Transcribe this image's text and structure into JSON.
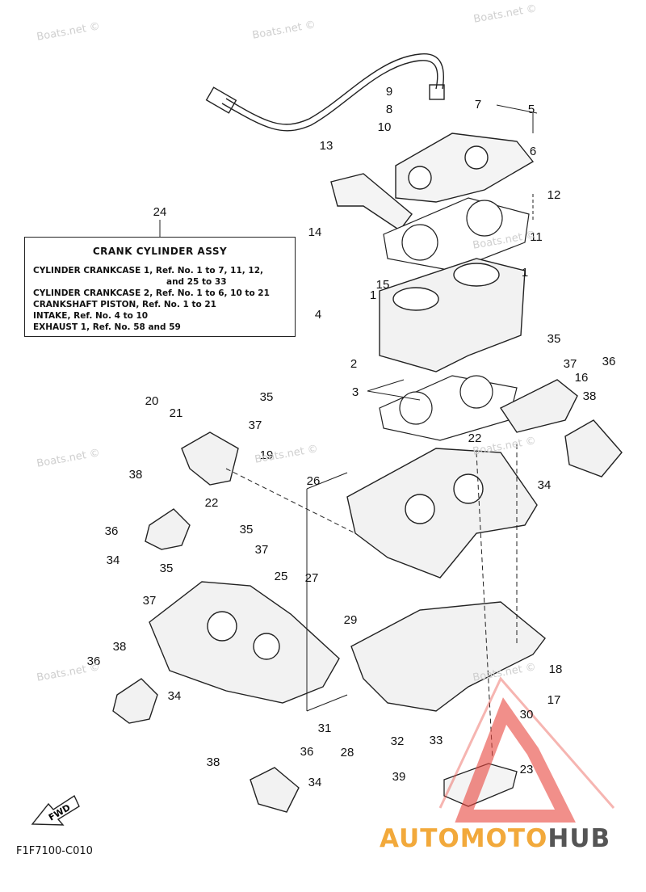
{
  "watermarks": [
    "Boats.net ©",
    "Boats.net ©",
    "Boats.net ©",
    "Boats.net ©",
    "Boats.net ©",
    "Boats.net ©",
    "Boats.net ©",
    "Boats.net ©",
    "Boats.net ©"
  ],
  "legend": {
    "callout": "24",
    "title": "CRANK CYLINDER ASSY",
    "rows": [
      "CYLINDER CRANKCASE 1,  Ref. No. 1 to 7, 11, 12,",
      "and 25 to 33",
      "CYLINDER CRANKCASE 2,  Ref. No. 1 to 6, 10 to 21",
      "CRANKSHAFT PISTON,  Ref. No. 1 to 21",
      "INTAKE,         Ref. No. 4 to 10",
      "EXHAUST 1,   Ref. No. 58 and 59"
    ]
  },
  "labels": [
    "1",
    "1",
    "2",
    "3",
    "4",
    "5",
    "6",
    "7",
    "8",
    "9",
    "10",
    "11",
    "12",
    "13",
    "14",
    "15",
    "16",
    "17",
    "18",
    "19",
    "20",
    "21",
    "22",
    "22",
    "23",
    "25",
    "26",
    "27",
    "28",
    "29",
    "30",
    "31",
    "32",
    "33",
    "34",
    "34",
    "34",
    "34",
    "35",
    "35",
    "35",
    "35",
    "36",
    "36",
    "36",
    "36",
    "37",
    "37",
    "37",
    "37",
    "38",
    "38",
    "38",
    "38",
    "39"
  ],
  "footer": {
    "code": "F1F7100-C010",
    "fwd": "FWD"
  },
  "brand": {
    "part1": "AUTOMOTO",
    "part2": "HUB",
    "accent": "#e8453c",
    "accent2": "#f2a93b"
  }
}
